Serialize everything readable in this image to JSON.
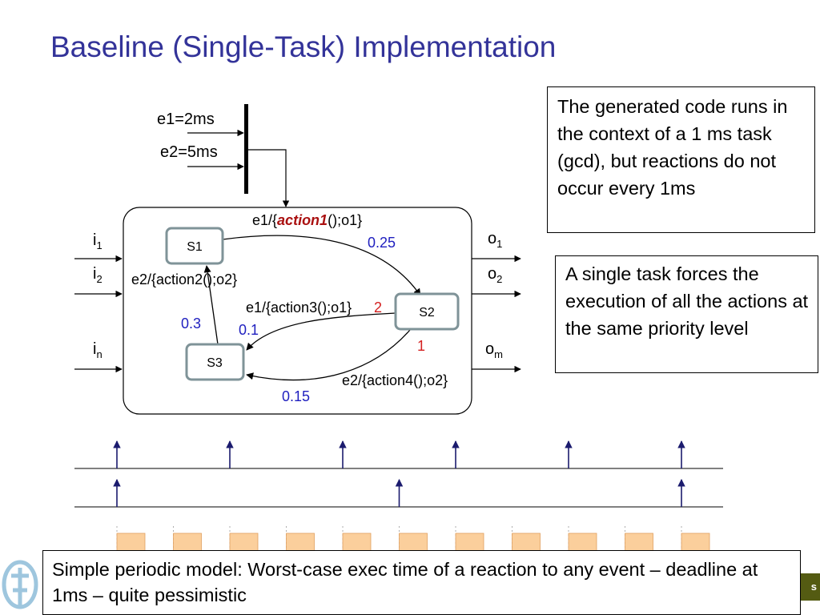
{
  "slide": {
    "title": "Baseline (Single-Task) Implementation"
  },
  "inputs": {
    "e1": "e1=2ms",
    "e2": "e2=5ms",
    "i1": {
      "base": "i",
      "sub": "1"
    },
    "i2": {
      "base": "i",
      "sub": "2"
    },
    "in": {
      "base": "i",
      "sub": "n"
    }
  },
  "outputs": {
    "o1": {
      "base": "o",
      "sub": "1"
    },
    "o2": {
      "base": "o",
      "sub": "2"
    },
    "om": {
      "base": "o",
      "sub": "m"
    }
  },
  "states": {
    "s1": "S1",
    "s2": "S2",
    "s3": "S3"
  },
  "transitions": {
    "t1": {
      "pre": "e1/{",
      "action": "action1",
      "post": "();o1}",
      "value": "0.25"
    },
    "t2": {
      "label": "e2/{action2();o2}",
      "value": "0.3"
    },
    "t3": {
      "label": "e1/{action3();o1}",
      "priority": "2",
      "value": "0.1"
    },
    "t4": {
      "label": "e2/{action4();o2}",
      "priority": "1",
      "value": "0.15"
    }
  },
  "notes": {
    "gcd": "The generated code runs in the context of a 1 ms task (gcd), but reactions do not occur every 1ms",
    "single_task": "A single task forces the execution of all the actions at the same priority level"
  },
  "caption": "Simple periodic model: Worst-case exec time of a reaction to any event – deadline at 1ms – quite pessimistic",
  "footer": {
    "right_text": "s"
  },
  "timeline": {
    "e1_period_ms": 2,
    "e2_period_ms": 5,
    "task_period_ms": 1
  },
  "colors": {
    "title": "#333399",
    "value": "#1f1fbf",
    "priority": "#d42020",
    "action_highlight": "#aa1010",
    "state_border": "#7f9398",
    "job_fill": "#fbcf9c",
    "job_stroke": "#e0a060",
    "arrow": "#1b1b6e",
    "footer_bar": "#545b12"
  }
}
